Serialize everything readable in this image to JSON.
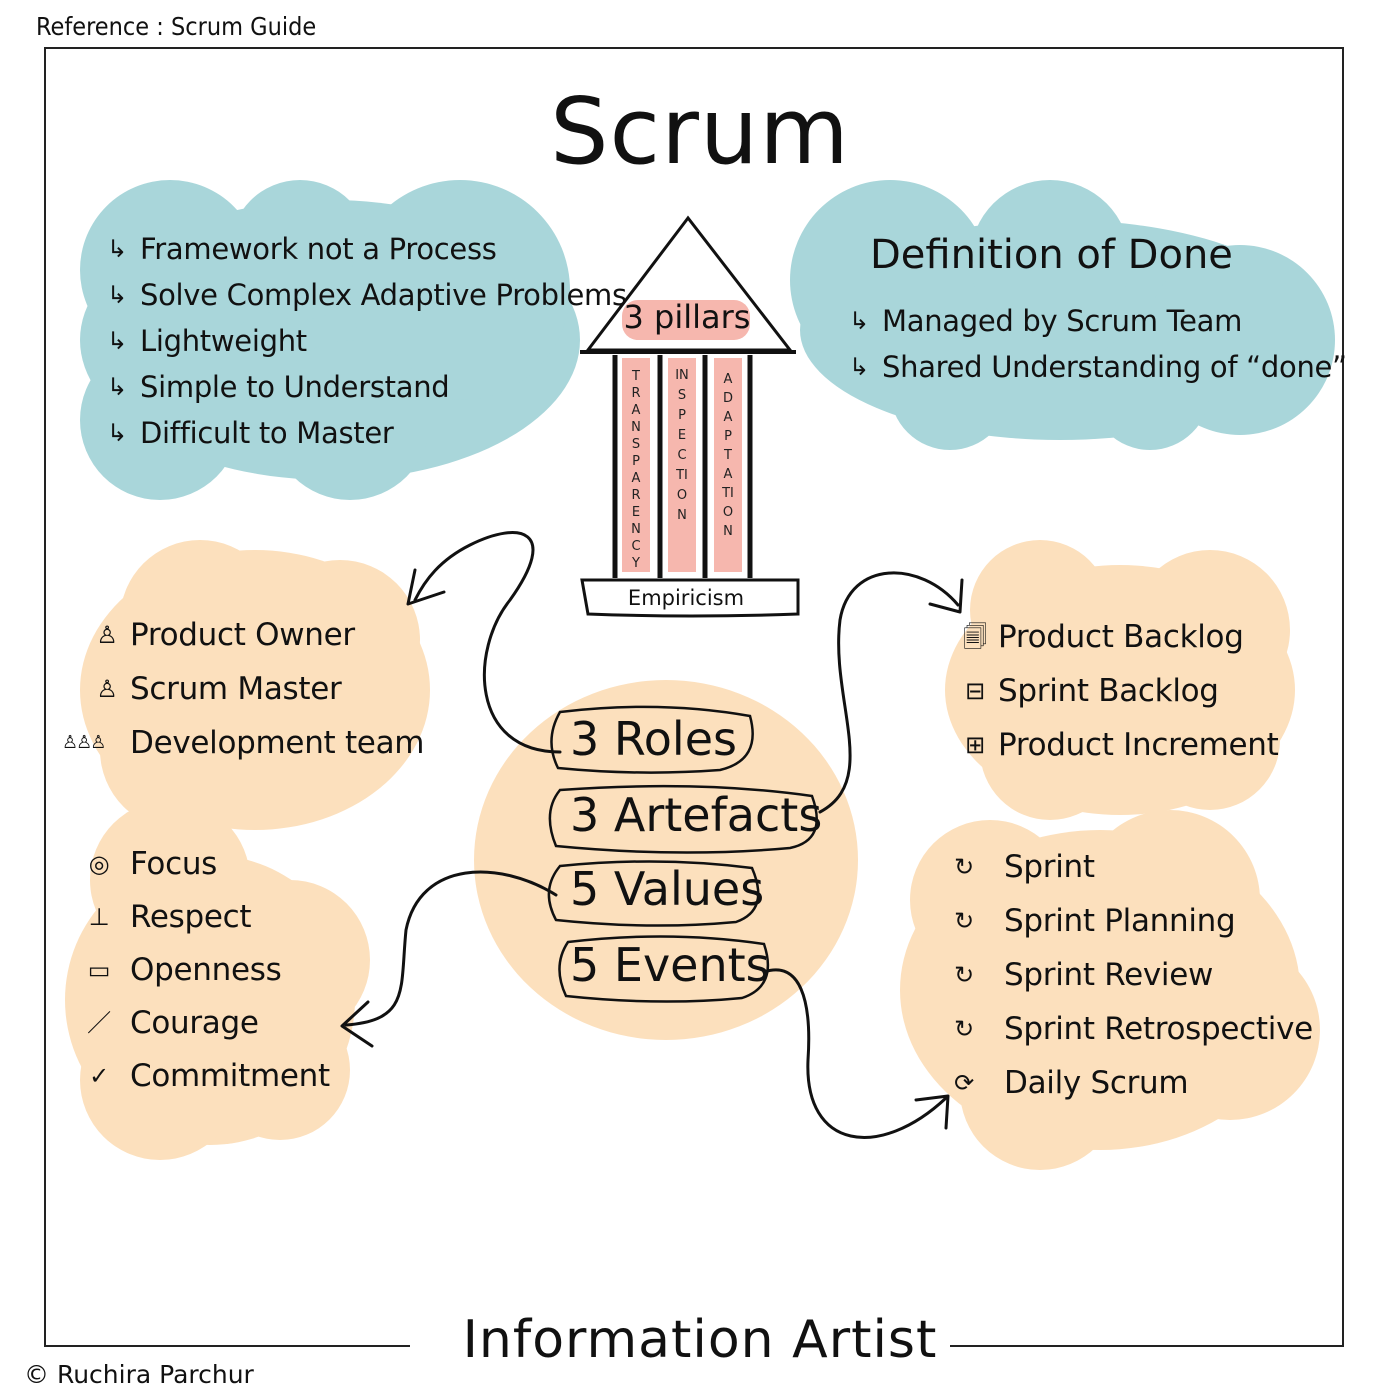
{
  "reference": "Reference : Scrum Guide",
  "title": "Scrum",
  "overview": {
    "items": [
      "Framework not a Process",
      "Solve Complex Adaptive Problems",
      "Lightweight",
      "Simple to Understand",
      "Difficult to Master"
    ]
  },
  "definition_of_done": {
    "title": "Definition of Done",
    "items": [
      "Managed by Scrum Team",
      "Shared Understanding of “done”"
    ]
  },
  "pillars": {
    "title": "3 pillars",
    "columns": [
      "TRANSPARENCY",
      "INSPECTION",
      "ADAPTATION"
    ],
    "base": "Empiricism"
  },
  "center": {
    "items": [
      "3 Roles",
      "3 Artefacts",
      "5 Values",
      "5 Events"
    ]
  },
  "roles": {
    "items": [
      "Product Owner",
      "Scrum Master",
      "Development team"
    ]
  },
  "artefacts": {
    "items": [
      "Product Backlog",
      "Sprint Backlog",
      "Product Increment"
    ]
  },
  "values": {
    "items": [
      "Focus",
      "Respect",
      "Openness",
      "Courage",
      "Commitment"
    ]
  },
  "events": {
    "items": [
      "Sprint",
      "Sprint Planning",
      "Sprint Review",
      "Sprint Retrospective",
      "Daily Scrum"
    ]
  },
  "footer": "Information Artist",
  "copyright": "© Ruchira Parchur",
  "colors": {
    "blue_cloud": "#a9d6da",
    "peach_cloud": "#fce0bd",
    "pillar_highlight": "#f6b7ae",
    "ink": "#111111"
  }
}
